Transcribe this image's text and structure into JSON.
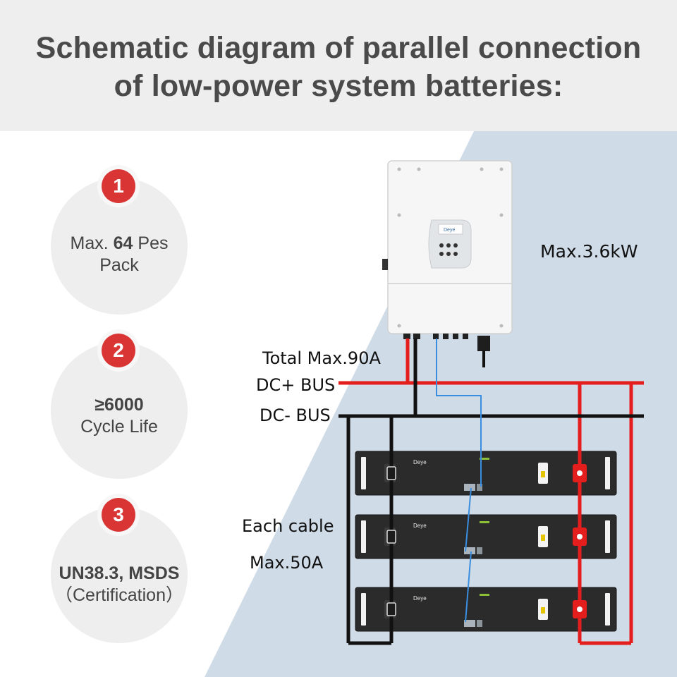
{
  "title": {
    "line1": "Schematic diagram of parallel connection",
    "line2": "of low-power system batteries:"
  },
  "features": [
    {
      "number": "1",
      "pre": "Max. ",
      "bold": "64",
      "post": " Pes",
      "line2": "Pack"
    },
    {
      "number": "2",
      "bold": "≥6000",
      "line2": "Cycle Life"
    },
    {
      "number": "3",
      "bold": "UN38.3, MSDS",
      "line2": "（Certification）"
    }
  ],
  "diagram": {
    "inverter_power": "Max.3.6kW",
    "total_current": "Total Max.90A",
    "dc_plus": "DC+ BUS",
    "dc_minus": "DC- BUS",
    "cable_line1": "Each cable",
    "cable_line2": "Max.50A",
    "brand_text": "Deye",
    "battery_count": 3,
    "colors": {
      "positive": "#e41d1d",
      "negative": "#111111",
      "comm": "#3a8ee0",
      "badge": "#d93535",
      "background_shape": "#cfdbe7"
    }
  }
}
